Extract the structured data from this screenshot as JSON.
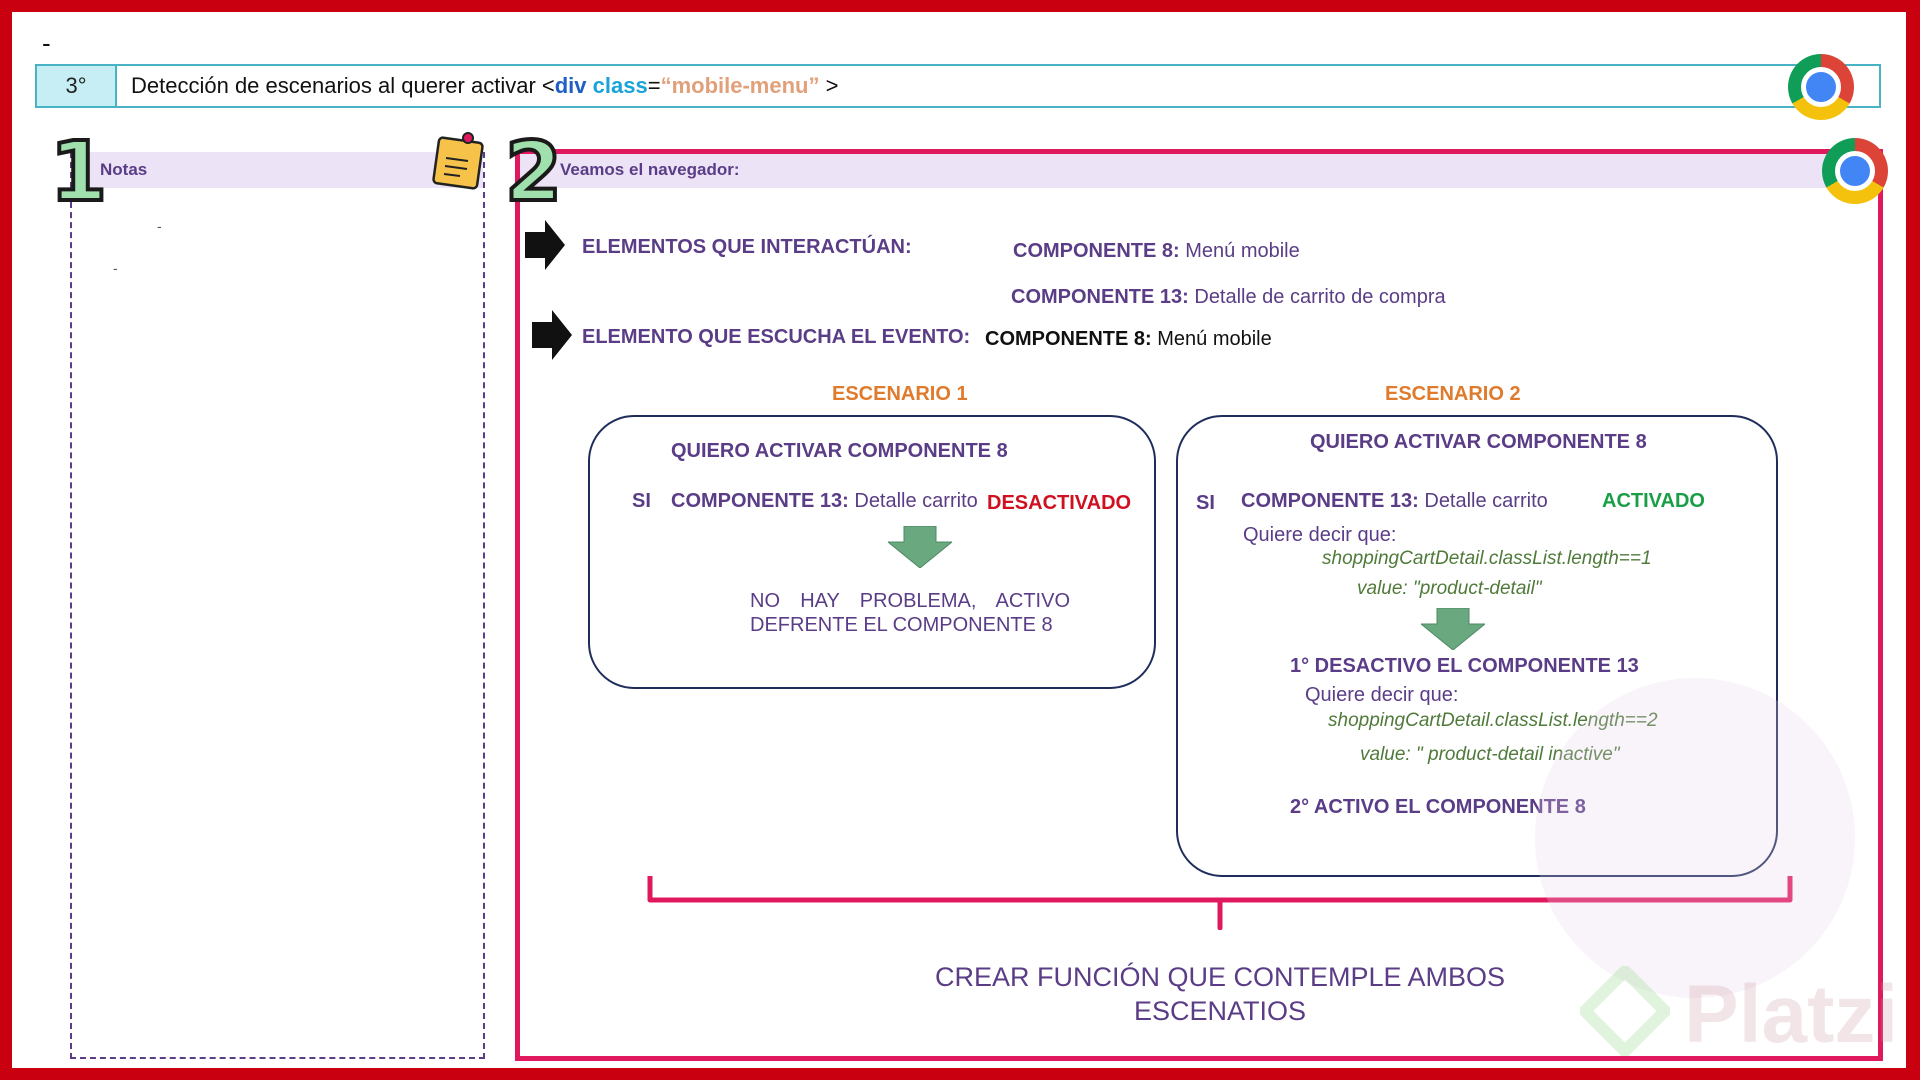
{
  "top_dash": "-",
  "header": {
    "number": "3°",
    "title_prefix": "Detección de escenarios al querer activar <",
    "tag": "div",
    "attr": "class",
    "eq": "=",
    "value": "“mobile-menu”",
    "suffix": " >"
  },
  "notes": {
    "badge": "1",
    "label": "Notas",
    "marks": [
      "-",
      "-"
    ]
  },
  "main": {
    "badge": "2",
    "label": "Veamos el navegador:",
    "interact_label": "ELEMENTOS QUE INTERACTÚAN:",
    "comp8_name": "COMPONENTE 8:",
    "comp8_desc": " Menú mobile",
    "comp13_name": "COMPONENTE 13:",
    "comp13_desc": " Detalle de carrito de compra",
    "listen_label": "ELEMENTO QUE ESCUCHA EL EVENTO:",
    "listen_name": "COMPONENTE 8:",
    "listen_desc": " Menú mobile"
  },
  "scenario1": {
    "title": "ESCENARIO 1",
    "want": "QUIERO ACTIVAR COMPONENTE 8",
    "si": "SI",
    "comp_name": "COMPONENTE 13:",
    "comp_desc": " Detalle carrito",
    "state": "DESACTIVADO",
    "result_line1": "NO HAY PROBLEMA, ACTIVO",
    "result_line2": "DEFRENTE EL COMPONENTE 8"
  },
  "scenario2": {
    "title": "ESCENARIO 2",
    "want": "QUIERO ACTIVAR COMPONENTE 8",
    "si": "SI",
    "comp_name": "COMPONENTE 13:",
    "comp_desc": " Detalle carrito",
    "state": "ACTIVADO",
    "means1": "Quiere decir que:",
    "code1": "shoppingCartDetail.classList.length==1",
    "value1": "value: \"product-detail\"",
    "step1": "1° DESACTIVO EL COMPONENTE 13",
    "means2": "Quiere decir que:",
    "code2": "shoppingCartDetail.classList.length==2",
    "value2": "value: \" product-detail inactive\"",
    "step2": "2° ACTIVO EL COMPONENTE 8"
  },
  "conclusion": {
    "line1": "CREAR FUNCIÓN QUE CONTEMPLE AMBOS",
    "line2": "ESCENATIOS"
  },
  "watermark": "Platzi",
  "colors": {
    "frame": "#c8000f",
    "main_border": "#e0195f",
    "header_border": "#47b3c4",
    "purple": "#5a3d86",
    "orange": "#e07a2c",
    "red": "#d01020",
    "green": "#1a9e48",
    "arrow_green": "#6aa880"
  },
  "icons": [
    "chrome-icon",
    "sticky-note-icon",
    "arrow-right-icon",
    "arrow-down-icon"
  ]
}
